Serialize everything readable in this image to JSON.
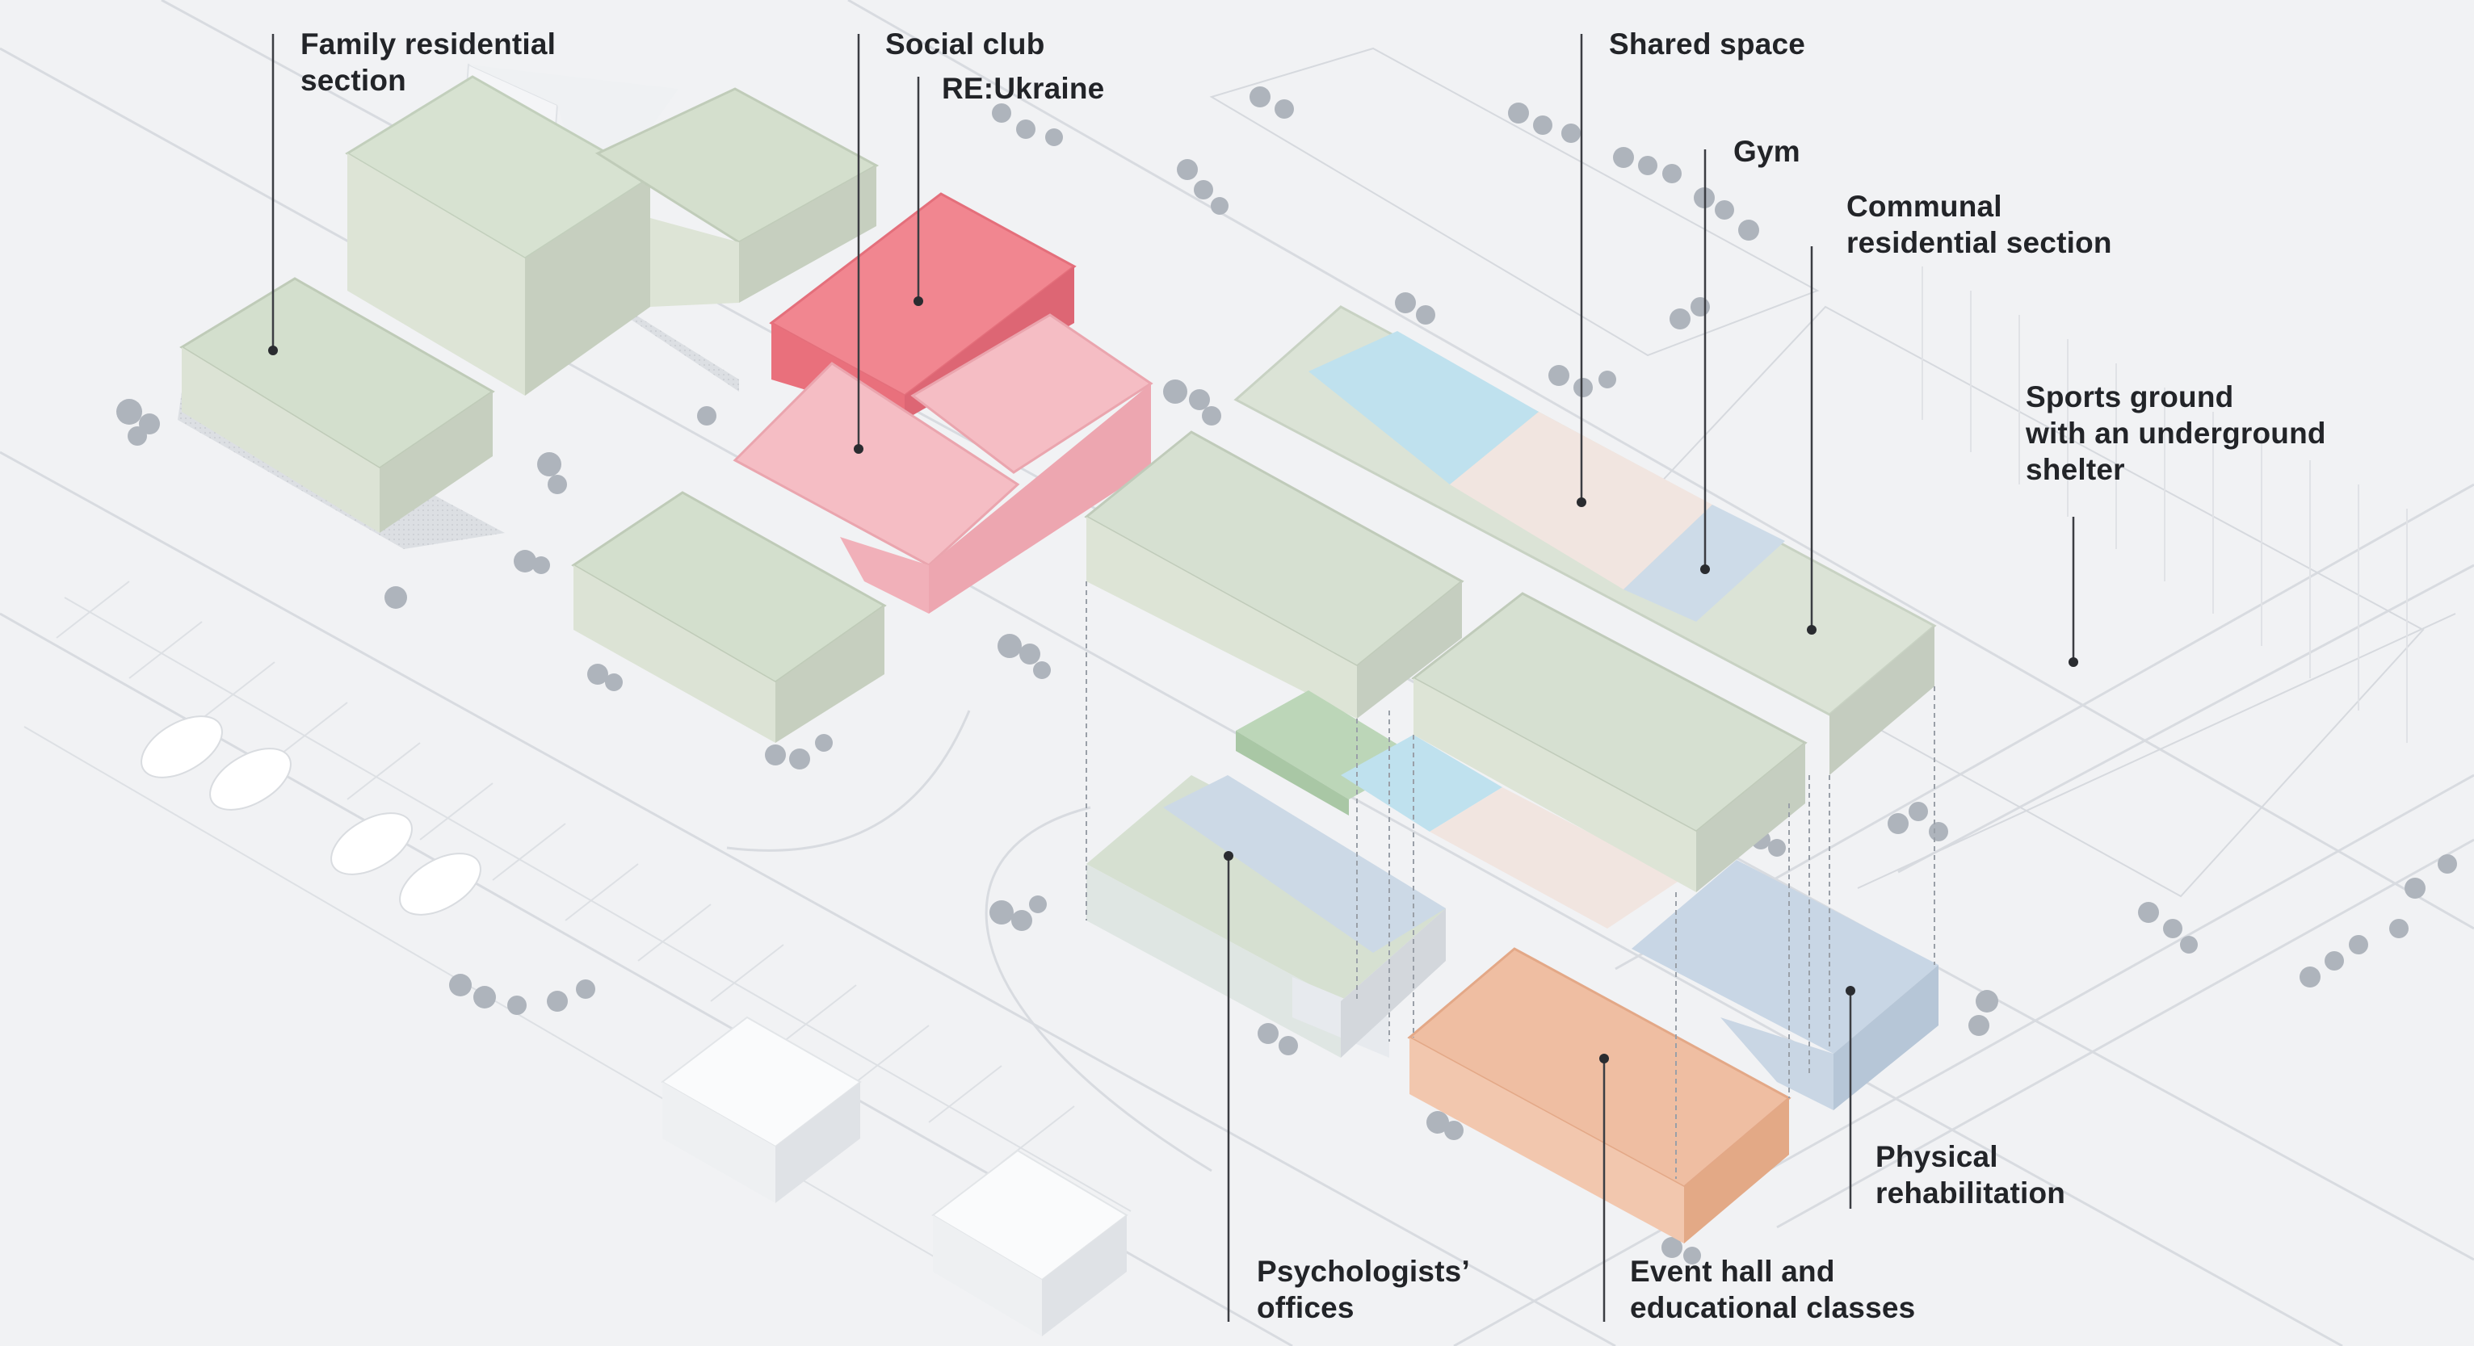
{
  "labels": {
    "family_residential": {
      "line1": "Family residential",
      "line2": "section"
    },
    "social_club": "Social club",
    "re_ukraine": "RE:Ukraine",
    "shared_space": "Shared space",
    "gym": "Gym",
    "communal_residential": {
      "line1": "Communal",
      "line2": "residential section"
    },
    "sports_ground": {
      "line1": "Sports ground",
      "line2": "with an underground",
      "line3": "shelter"
    },
    "physical_rehabilitation": {
      "line1": "Physical",
      "line2": "rehabilitation"
    },
    "event_hall": {
      "line1": "Event hall and",
      "line2": "educational classes"
    },
    "psychologists_offices": {
      "line1": "Psychologists’",
      "line2": "offices"
    }
  },
  "colors": {
    "ground": "#f1f2f4",
    "residential_green": "#cfddcb",
    "social_club_red": "#ef7b86",
    "re_ukraine_pink": "#f3b7bf",
    "shared_space_beige": "#efe1dc",
    "gym_blue": "#c9d8e6",
    "pool_cyan": "#b7dff0",
    "event_hall_orange": "#efbc9f",
    "physical_rehab_blue": "#c4d2e2",
    "leader_line": "#3b3d42"
  }
}
